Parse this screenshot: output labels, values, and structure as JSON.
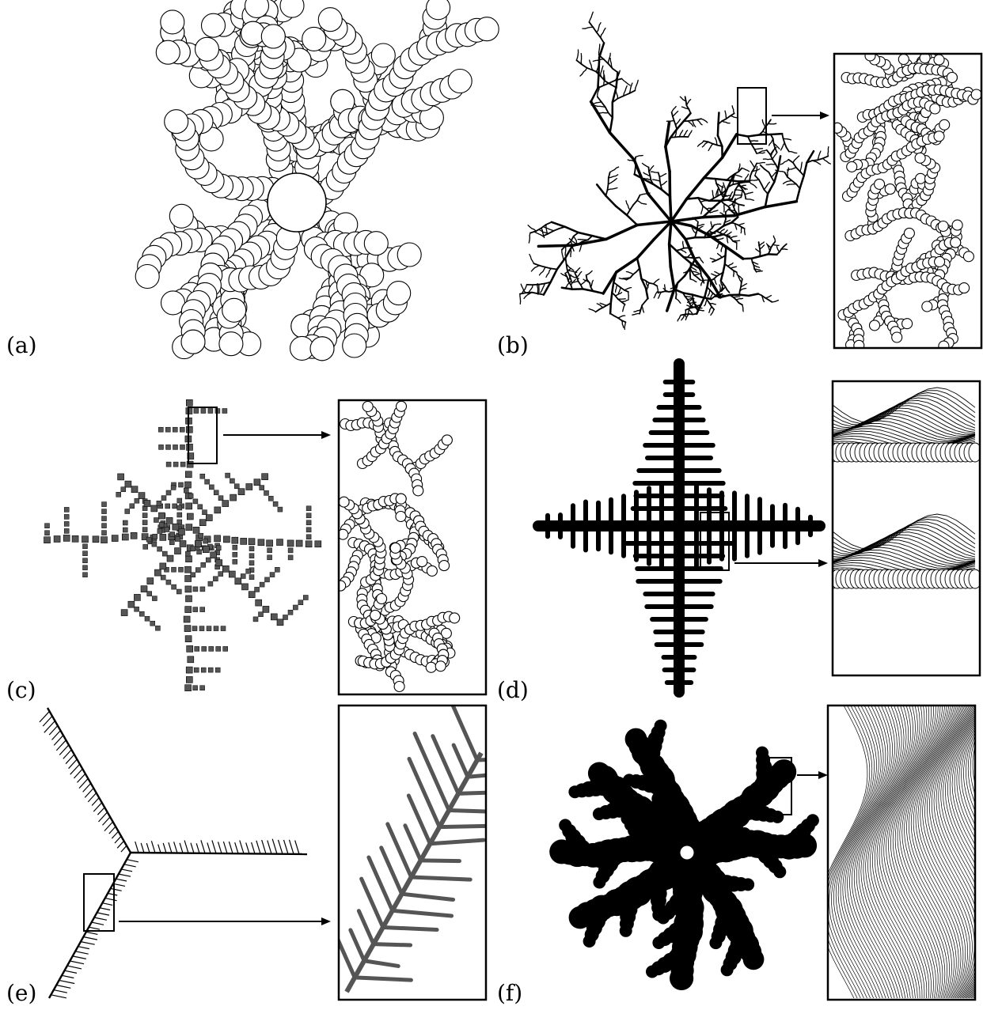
{
  "panels": [
    {
      "label": "(a)"
    },
    {
      "label": "(b)"
    },
    {
      "label": "(c)"
    },
    {
      "label": "(d)"
    },
    {
      "label": "(e)"
    },
    {
      "label": "(f)"
    }
  ],
  "colors": {
    "ink": "#000000",
    "paper": "#ffffff",
    "gray": "#555555"
  }
}
